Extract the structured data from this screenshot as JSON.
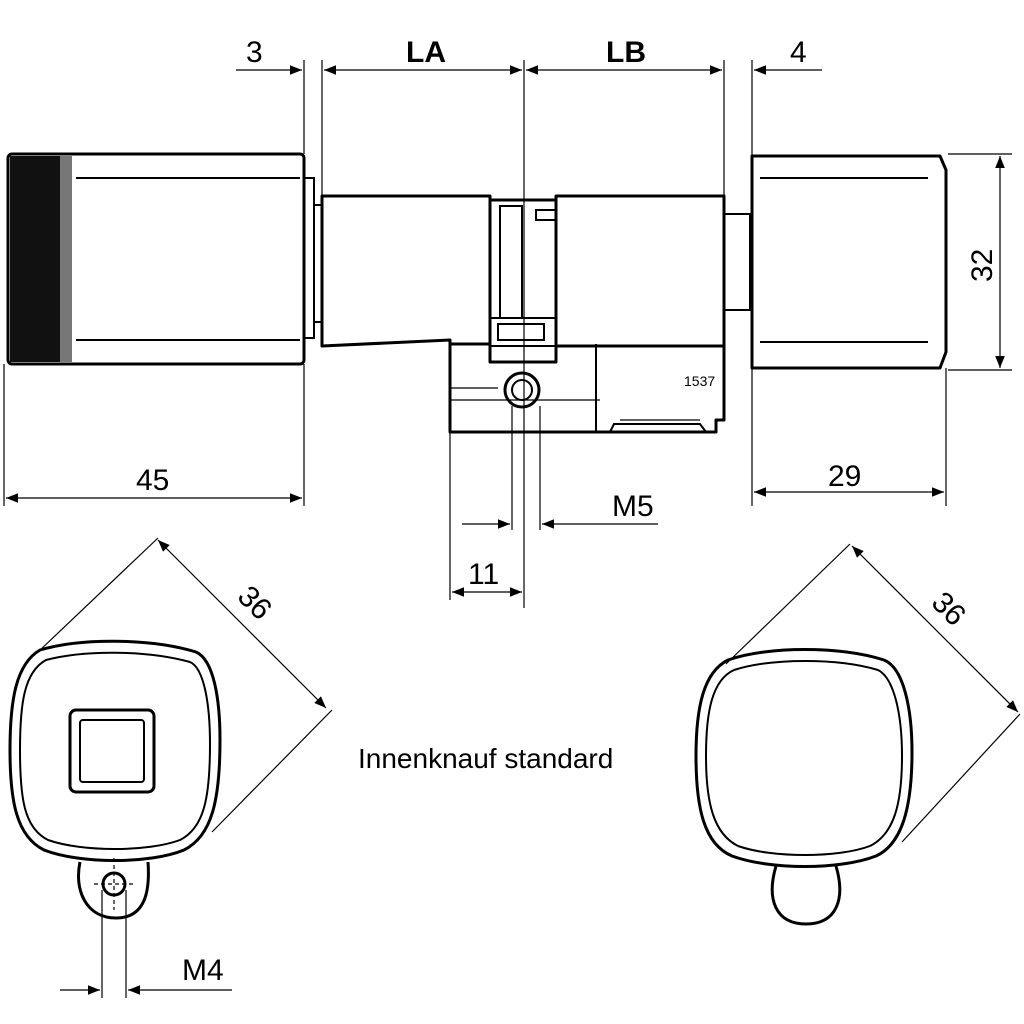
{
  "dimensions": {
    "gap_left": "3",
    "la": "LA",
    "lb": "LB",
    "gap_right": "4",
    "knob_height": "32",
    "outer_knob_length": "45",
    "inner_knob_length": "29",
    "screw_thread": "M5",
    "screw_offset": "11",
    "knob_diagonal_left": "36",
    "knob_diagonal_right": "36",
    "tab_thread": "M4"
  },
  "marking": "1537",
  "caption": "Innenknauf standard"
}
